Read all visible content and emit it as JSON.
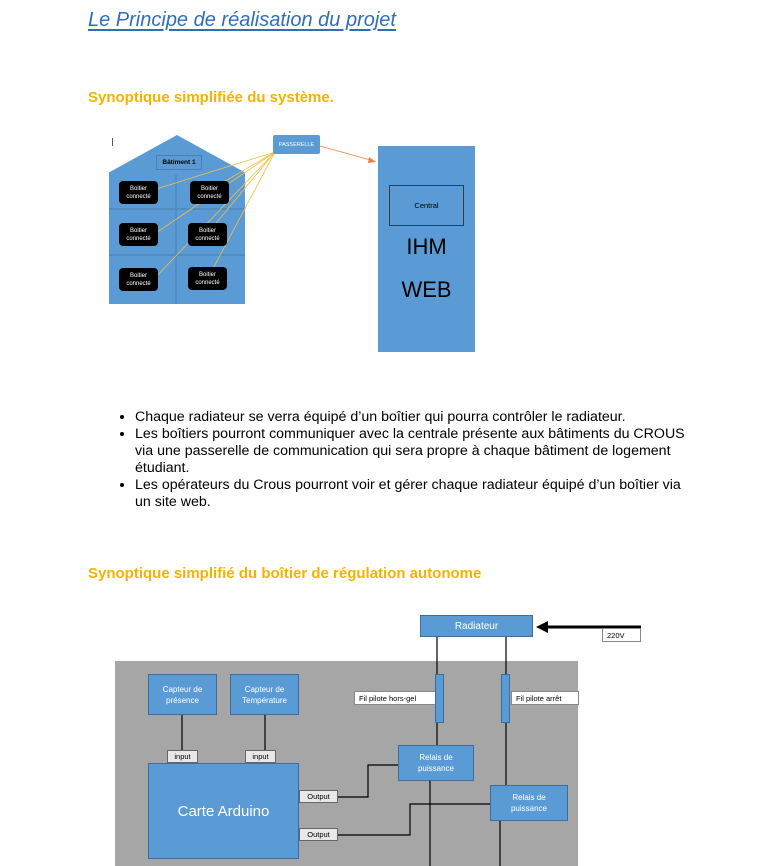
{
  "page_title": "Le Principe de réalisation du projet",
  "section1": {
    "heading": "Synoptique simplifiée du système.",
    "diagram": {
      "building_label": "Bâtiment 1",
      "gateway_label": "PASSERELLE",
      "central_label": "Central",
      "ihm_label": "IHM",
      "web_label": "WEB",
      "devices": [
        {
          "l1": "Boitier",
          "l2": "connecté"
        },
        {
          "l1": "Boitier",
          "l2": "connecté"
        },
        {
          "l1": "Boitier",
          "l2": "connecté"
        },
        {
          "l1": "Boitier",
          "l2": "connecté"
        },
        {
          "l1": "Boitier",
          "l2": "connecté"
        },
        {
          "l1": "Boitier",
          "l2": "connecté"
        }
      ]
    }
  },
  "bullets": [
    "Chaque radiateur se verra équipé d’un boîtier qui pourra contrôler le radiateur.",
    "Les boîtiers pourront communiquer avec la centrale présente aux bâtiments du CROUS via une passerelle de communication qui sera propre à chaque bâtiment de logement étudiant.",
    "Les opérateurs du Crous pourront voir et gérer chaque radiateur équipé d’un boîtier via un site web."
  ],
  "section2": {
    "heading": "Synoptique simplifié du boîtier de régulation autonome",
    "diagram": {
      "radiator": "Radiateur",
      "voltage": "220V",
      "presence_l1": "Capteur de",
      "presence_l2": "présence",
      "temp_l1": "Capteur de",
      "temp_l2": "Température",
      "input1": "input",
      "input2": "input",
      "fil_horsgel": "Fil pilote hors-gel",
      "fil_arret": "Fil pilote arrêt",
      "relais1_l1": "Relais de",
      "relais1_l2": "puissance",
      "relais2_l1": "Relais de",
      "relais2_l2": "puissance",
      "arduino": "Carte Arduino",
      "output1": "Output",
      "output2": "Output"
    }
  }
}
